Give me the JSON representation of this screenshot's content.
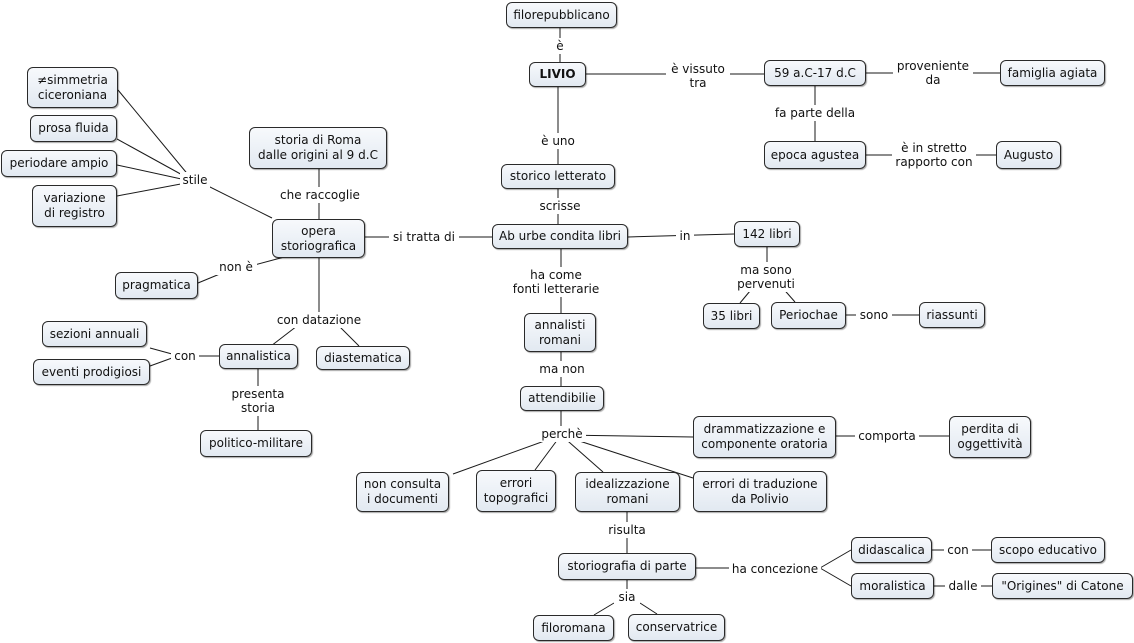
{
  "concepts": {
    "filorepubblicano": "filorepubblicano",
    "livio": "LIVIO",
    "date": "59 a.C-17 d.C",
    "famiglia": "famiglia agiata",
    "epoca": "epoca agustea",
    "augusto": "Augusto",
    "storico": "storico letterato",
    "abUrbe": "Ab urbe condita libri",
    "libri142": "142 libri",
    "libri35": "35 libri",
    "periochae": "Periochae",
    "riassunti": "riassunti",
    "annalistiRomani": "annalisti\nromani",
    "attendibilie": "attendibilie",
    "drammatizzazione": "drammatizzazione e\ncomponente oratoria",
    "perdita": "perdita di\noggettività",
    "nonConsulta": "non consulta\ni documenti",
    "errori": "errori\ntopografici",
    "idealizzazione": "idealizzazione\nromani",
    "erroriTraduzione": "errori di traduzione\nda Polivio",
    "storiografiaParte": "storiografia di parte",
    "didascalica": "didascalica",
    "scopo": "scopo educativo",
    "moralistica": "moralistica",
    "origines": "\"Origines\" di Catone",
    "filoromana": "filoromana",
    "conservatrice": "conservatrice",
    "storiaRoma": "storia di Roma\ndalle origini al 9 d.C",
    "opera": "opera\nstoriografica",
    "simmetria": "≠simmetria\nciceroniana",
    "prosa": "prosa fluida",
    "periodare": "periodare ampio",
    "variazione": "variazione\ndi registro",
    "pragmatica": "pragmatica",
    "sezioni": "sezioni annuali",
    "eventi": "eventi prodigiosi",
    "annalistica": "annalistica",
    "diastematica": "diastematica",
    "politico": "politico-militare"
  },
  "linkingPhrases": {
    "e": "è",
    "vissuto": "è vissuto\ntra",
    "proveniente": "proveniente\nda",
    "faParte": "fa parte della",
    "rapporto": "è in stretto\nrapporto con",
    "euno": "è uno",
    "scrisse": "scrisse",
    "in": "in",
    "maSono": "ma sono\npervenuti",
    "sono": "sono",
    "haCome": "ha come\nfonti letterarie",
    "maNon": "ma non",
    "perche": "perchè",
    "comporta": "comporta",
    "risulta": "risulta",
    "haConcezione": "ha concezione",
    "con": "con",
    "dalle": "dalle",
    "sia": "sia",
    "siTratta": "si tratta di",
    "cheRaccoglie": "che raccoglie",
    "stile": "stile",
    "nonE": "non è",
    "conDatazione": "con datazione",
    "conAnn": "con",
    "presenta": "presenta\nstoria"
  }
}
